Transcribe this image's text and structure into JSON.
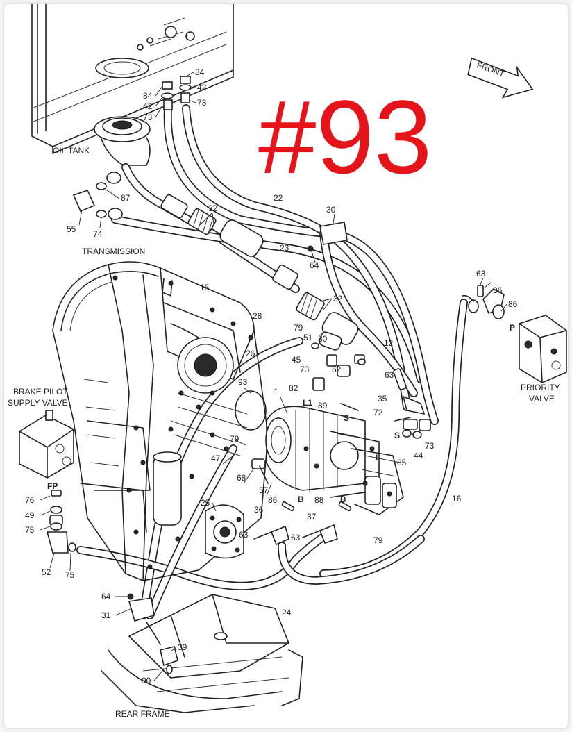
{
  "title": "#93",
  "front_label": "FRONT",
  "labels": {
    "oil_tank": "OIL TANK",
    "transmission": "TRANSMISSION",
    "brake_pilot_1": "BRAKE PILOT",
    "brake_pilot_2": "SUPPLY VALVE",
    "priority_1": "PRIORITY",
    "priority_2": "VALVE",
    "rear_frame": "REAR FRAME"
  },
  "port_labels": {
    "fp": "FP",
    "p": "P",
    "s": "S",
    "l": "L",
    "l1": "L1",
    "b": "B"
  },
  "callouts": {
    "n84": "84",
    "n42": "42",
    "n73": "73",
    "n87": "87",
    "n55": "55",
    "n74": "74",
    "n22": "22",
    "n23": "23",
    "n32": "32",
    "n30": "30",
    "n64": "64",
    "n15": "15",
    "n28": "28",
    "n26": "26",
    "n12": "12",
    "n63": "63",
    "n36": "36",
    "n86": "86",
    "n79": "79",
    "n51": "51",
    "n80": "80",
    "n45": "45",
    "n82": "82",
    "n62": "62",
    "n89": "89",
    "n35": "35",
    "n72": "72",
    "n85": "85",
    "n44": "44",
    "n93": "93",
    "n1": "1",
    "n47": "47",
    "n68": "68",
    "n57": "57",
    "n88": "88",
    "n37": "37",
    "n25": "25",
    "n16": "16",
    "n76": "76",
    "n49": "49",
    "n75": "75",
    "n52": "52",
    "n24": "24",
    "n31": "31",
    "n39": "39",
    "n90": "90"
  }
}
